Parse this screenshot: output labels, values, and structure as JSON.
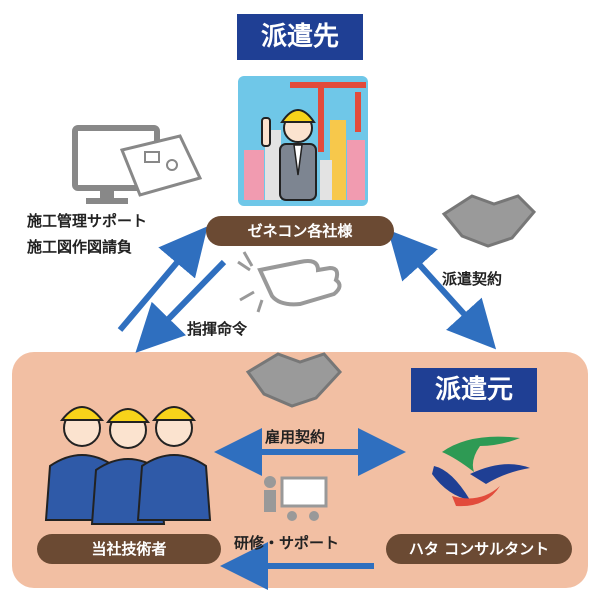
{
  "labels": {
    "haken_saki": "派遣先",
    "haken_moto": "派遣元",
    "genecon": "ゼネコン各社様",
    "support_line1": "施工管理サポート",
    "support_line2": "施工図作図請負",
    "shiki_meirei": "指揮命令",
    "haken_keiyaku": "派遣契約",
    "koyou_keiyaku": "雇用契約",
    "kenshu_support": "研修・サポート",
    "engineers": "当社技術者",
    "company": "ハタ コンサルタント"
  },
  "colors": {
    "navy": "#1f3f94",
    "arrow_blue": "#2f6fbf",
    "brown": "#6b4a33",
    "panel": "#f2bfa3"
  }
}
